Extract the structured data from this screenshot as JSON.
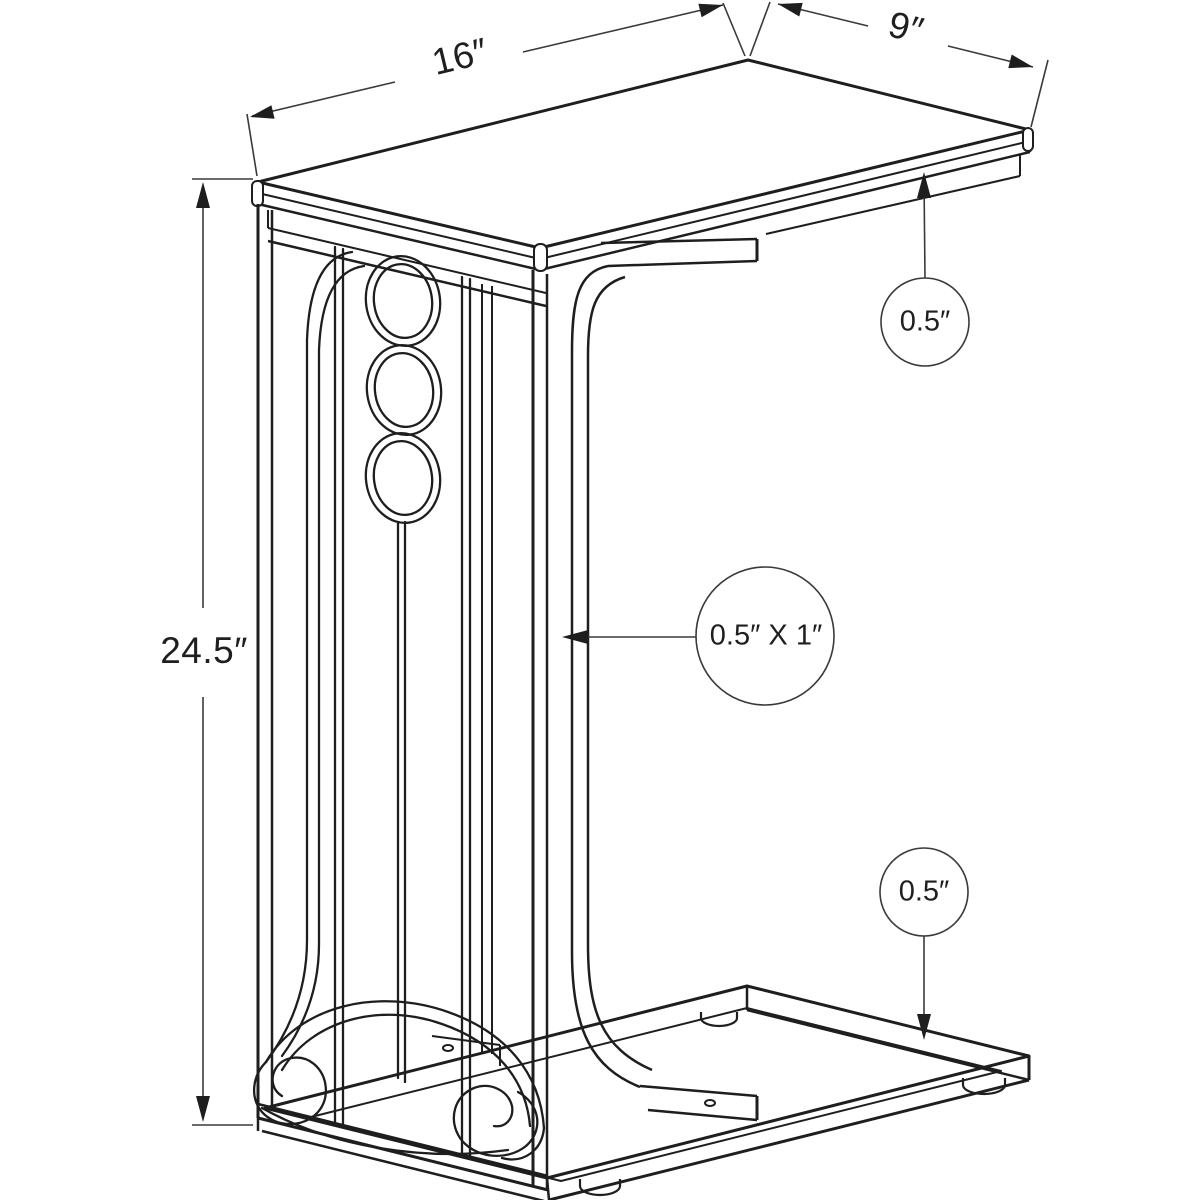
{
  "drawing": {
    "title": "accent-table-dimension-diagram",
    "dimensions": {
      "width": "16″",
      "depth": "9″",
      "height": "24.5″"
    },
    "callouts": {
      "top_thickness": "0.5″",
      "frame_profile": "0.5″ X 1″",
      "base_thickness": "0.5″"
    },
    "colors": {
      "line": "#1e1e1e",
      "dimension_line": "#3a3a3a",
      "background": "#ffffff"
    }
  }
}
